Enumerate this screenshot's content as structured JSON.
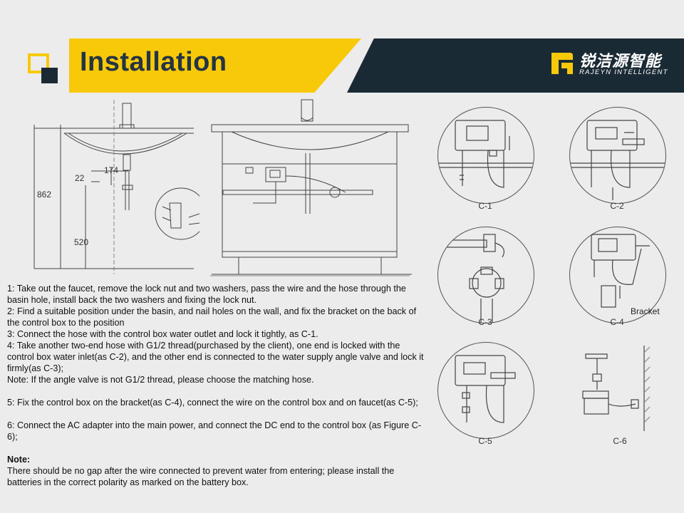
{
  "header": {
    "title": "Installation",
    "logo_cn": "锐洁源智能",
    "logo_en": "RAJEYN INTELLIGENT",
    "colors": {
      "accent": "#f7c909",
      "dark": "#1a2a35",
      "title": "#243444"
    }
  },
  "diagram": {
    "dim_862": "862",
    "dim_520": "520",
    "dim_174": "174",
    "dim_22": "22"
  },
  "steps": [
    "1: Take out the faucet, remove the lock nut and two washers, pass the wire and the hose through the basin hole, install back the two washers and fixing the lock nut.",
    "2: Find a suitable position under the basin, and nail holes on the wall, and fix the bracket on the back of the control box to the position",
    "3: Connect the hose with the control box water outlet and lock it tightly, as C-1.",
    "4: Take another two-end hose with G1/2 thread(purchased by the client), one end is locked with the control box water inlet(as C-2), and the other end is connected to the water supply angle valve and lock it firmly(as C-3);",
    "Note: If the angle valve is not G1/2 thread, please choose the matching hose.",
    "5: Fix the control box on the bracket(as C-4), connect the wire on the control box and on faucet(as C-5);",
    "6: Connect the AC adapter into the main power, and connect the DC end to the control box (as Figure C-6);"
  ],
  "note": {
    "label": "Note:",
    "text": "There should be no gap after the wire connected to prevent water from entering; please install the batteries in the correct polarity as marked on the battery box."
  },
  "figures": {
    "c1": "C-1",
    "c2": "C-2",
    "c3": "C-3",
    "c4": "C-4",
    "c5": "C-5",
    "c6": "C-6",
    "bracket": "Bracket"
  }
}
